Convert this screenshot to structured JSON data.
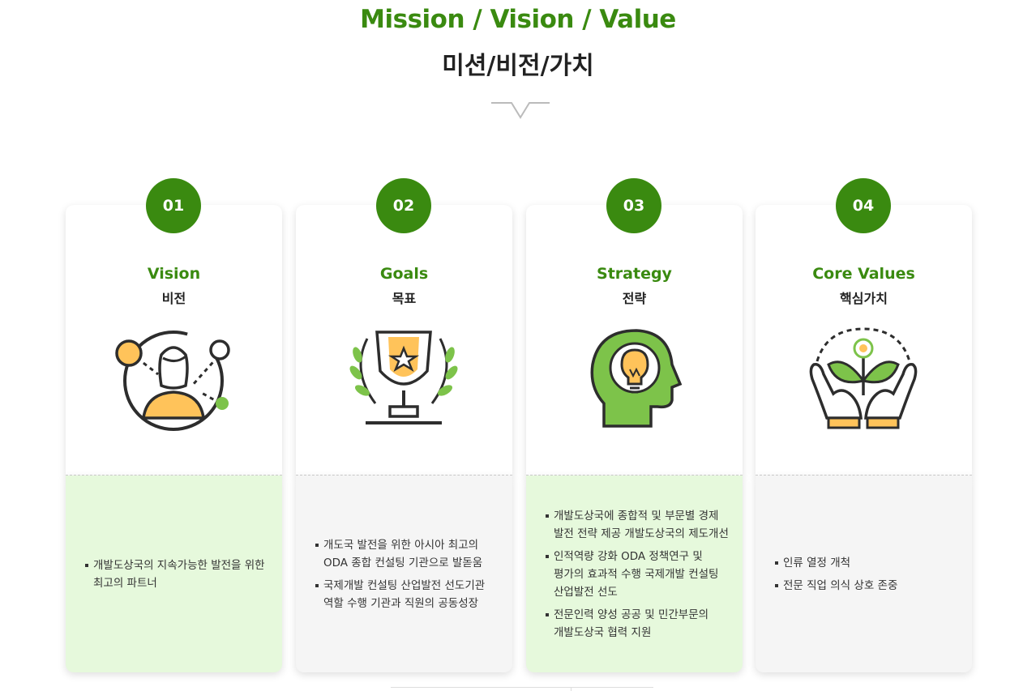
{
  "header": {
    "title_en": "Mission / Vision / Value",
    "title_ko": "미션/비전/가치"
  },
  "colors": {
    "brand_green": "#3a8a10",
    "light_green_bg": "#e6f9dc",
    "light_gray_bg": "#f5f5f5",
    "icon_yellow": "#ffc35a",
    "icon_green": "#7dc34a"
  },
  "cards": [
    {
      "number": "01",
      "title_en": "Vision",
      "title_ko": "비전",
      "icon": "person-network-icon",
      "items": [
        "개발도상국의 지속가능한 발전을 위한 최고의 파트너"
      ]
    },
    {
      "number": "02",
      "title_en": "Goals",
      "title_ko": "목표",
      "icon": "trophy-laurel-icon",
      "items": [
        "개도국 발전을 위한 아시아 최고의 ODA 종합 컨설팅 기관으로 발돋움",
        "국제개발 컨설팅 산업발전 선도기관 역할 수행 기관과 직원의 공동성장"
      ]
    },
    {
      "number": "03",
      "title_en": "Strategy",
      "title_ko": "전략",
      "icon": "head-lightbulb-icon",
      "items": [
        "개발도상국에 종합적 및 부문별 경제 발전 전략 제공 개발도상국의 제도개선",
        "인적역량 강화 ODA 정책연구 및 평가의 효과적 수행 국제개발 컨설팅 산업발전 선도",
        "전문인력 양성 공공 및 민간부문의 개발도상국 협력 지원"
      ]
    },
    {
      "number": "04",
      "title_en": "Core Values",
      "title_ko": "핵심가치",
      "icon": "hands-plant-icon",
      "items": [
        "인류 열정 개척",
        "전문 직업 의식 상호 존중"
      ]
    }
  ]
}
